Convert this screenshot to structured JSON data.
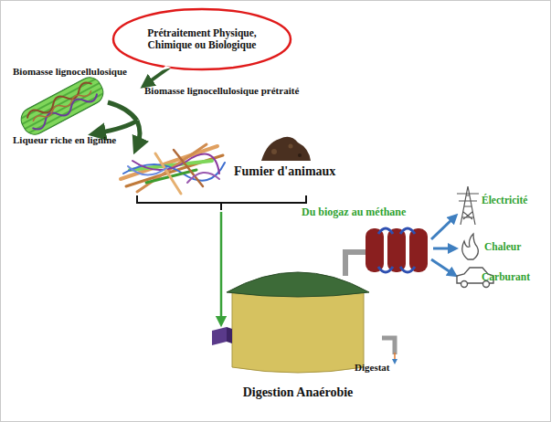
{
  "diagram": {
    "nodes": [
      {
        "text": [
          "Prétraitement Physique, Chimique ou Biologique"
        ]
      },
      {
        "text": [
          "Digestion Anaérobie"
        ]
      }
    ],
    "labels": [
      "Biomasse lignocellulosique",
      "Biomasse lignocellulosique prétraité",
      "Liqueur riche en lignine",
      "Fumier d'animaux",
      "Du biogaz au méthane",
      "Électricité",
      "Chaleur",
      "Carburant",
      "Digestat"
    ]
  }
}
